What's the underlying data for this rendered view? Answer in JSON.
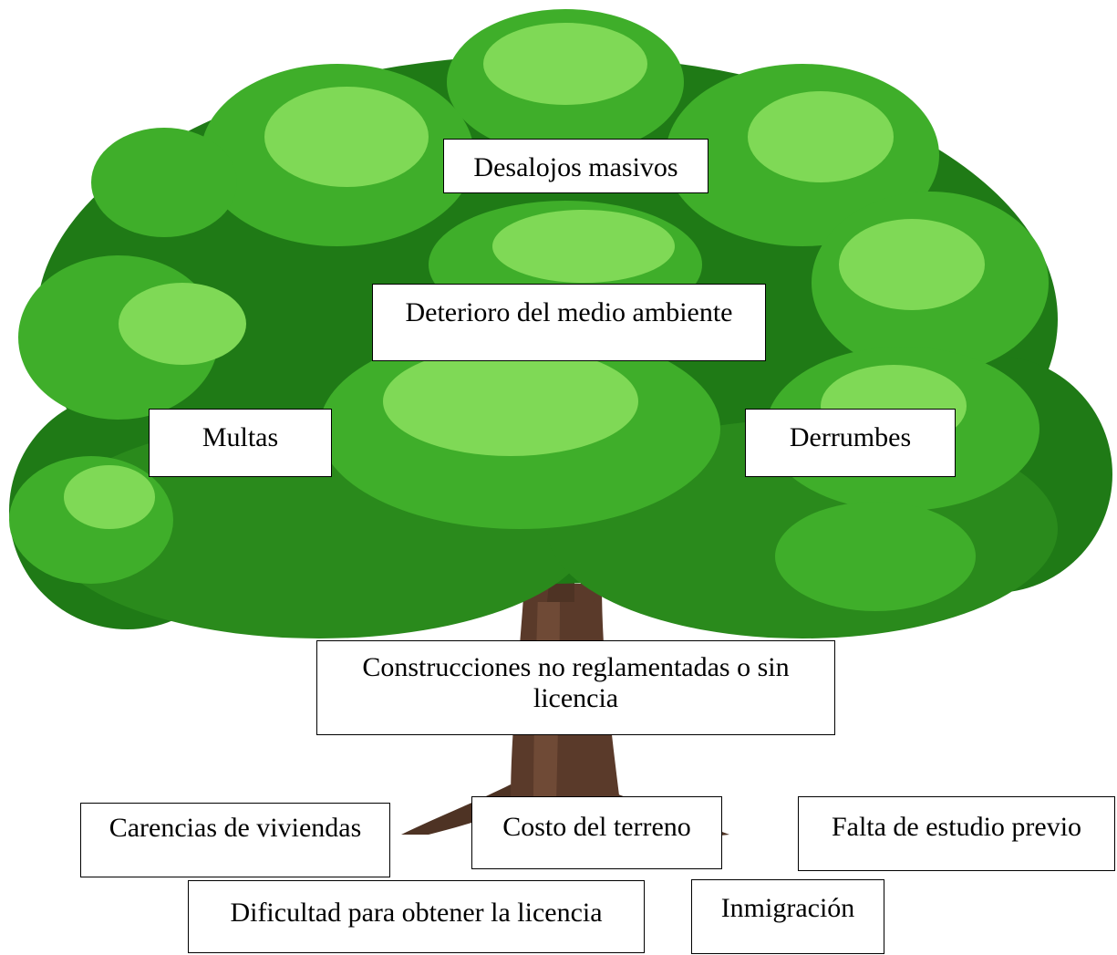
{
  "diagram": {
    "effects": {
      "desalojos": "Desalojos masivos",
      "deterioro": "Deterioro del medio ambiente",
      "multas": "Multas",
      "derrumbes": "Derrumbes"
    },
    "problem": "Construcciones no reglamentadas o sin licencia",
    "causes": {
      "carencias": "Carencias de viviendas",
      "costo": "Costo del terreno",
      "falta": "Falta de estudio previo",
      "dificultad": "Dificultad para obtener la licencia",
      "inmigracion": "Inmigración"
    }
  },
  "colors": {
    "foliage_dark": "#1f7a16",
    "foliage_mid": "#3fae2a",
    "foliage_light": "#7fd956",
    "trunk": "#5a3a2a",
    "box_border": "#000000"
  }
}
